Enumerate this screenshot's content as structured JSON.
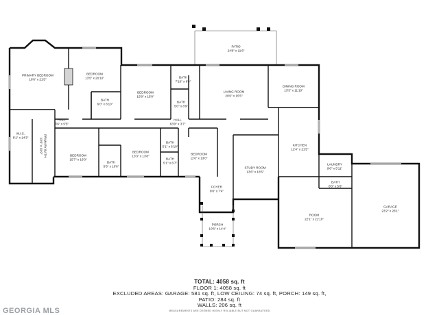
{
  "rooms": {
    "patio": {
      "name": "PATIO",
      "dims": "24'8\" x 11'6\""
    },
    "primary_bedroom": {
      "name": "PRIMARY BEDROOM",
      "dims": "16'6\" x 21'5\""
    },
    "bedroom_1": {
      "name": "BEDROOM",
      "dims": "13'5\" x 20'10\""
    },
    "bath_1": {
      "name": "BATH",
      "dims": "6'0\" x 8'10\""
    },
    "bedroom_2": {
      "name": "BEDROOM",
      "dims": "15'8\" x 15'0\""
    },
    "bath_2": {
      "name": "BATH",
      "dims": "7'10\" x 6'4\""
    },
    "bath_3": {
      "name": "BATH",
      "dims": "5'0\" x 8'9\""
    },
    "living_room": {
      "name": "LIVING ROOM",
      "dims": "20'6\" x 15'5\""
    },
    "dining_room": {
      "name": "DINING ROOM",
      "dims": "13'3\" x 11'10\""
    },
    "hall_1": {
      "name": "HALL",
      "dims": "3'6\" x 5'5\""
    },
    "hall_2": {
      "name": "HALL",
      "dims": "63'0\" x 3'7\""
    },
    "wic": {
      "name": "W.I.C.",
      "dims": "8'1\" x 14'3\""
    },
    "primary_bath": {
      "name": "PRIMARY BATH",
      "dims": "13'6\" x 11'9\""
    },
    "bedroom_3": {
      "name": "BEDROOM",
      "dims": "15'7\" x 16'0\""
    },
    "bath_4": {
      "name": "BATH",
      "dims": "5'6\" x 10'6\""
    },
    "bedroom_4": {
      "name": "BEDROOM",
      "dims": "13'3\" x 13'8\""
    },
    "bath_5": {
      "name": "BATH",
      "dims": "5'1\" x 6'10\""
    },
    "bath_6": {
      "name": "BATH",
      "dims": "5'1\" x 6'7\""
    },
    "bedroom_5": {
      "name": "BEDROOM",
      "dims": "11'6\" x 13'0\""
    },
    "kitchen": {
      "name": "KITCHEN",
      "dims": "12'4\" x 21'5\""
    },
    "study_room": {
      "name": "STUDY ROOM",
      "dims": "13'6\" x 18'5\""
    },
    "laundry": {
      "name": "LAUNDRY",
      "dims": "9'6\" x 5'11\""
    },
    "bath_7": {
      "name": "BATH",
      "dims": "8'0\" x 5'6\""
    },
    "foyer": {
      "name": "FOYER",
      "dims": "8'8\" x 7'4\""
    },
    "garage": {
      "name": "GARAGE",
      "dims": "23'2\" x 26'1\""
    },
    "porch": {
      "name": "PORCH",
      "dims": "10'6\" x 14'4\""
    },
    "room": {
      "name": "ROOM",
      "dims": "22'1\" x 21'10\""
    }
  },
  "summary": {
    "total": "TOTAL: 4058 sq. ft",
    "floor": "FLOOR 1: 4058 sq. ft",
    "excluded": "EXCLUDED AREAS: GARAGE: 581 sq. ft, LOW CEILING: 74 sq. ft, PORCH: 149 sq. ft,",
    "patio": "PATIO: 284 sq. ft",
    "walls": "WALLS: 206 sq. ft"
  },
  "disclaimer": "MEASUREMENTS ARE DEEMED HIGHLY RELIABLE BUT NOT GUARANTEED",
  "logo": "GEORGIA MLS"
}
